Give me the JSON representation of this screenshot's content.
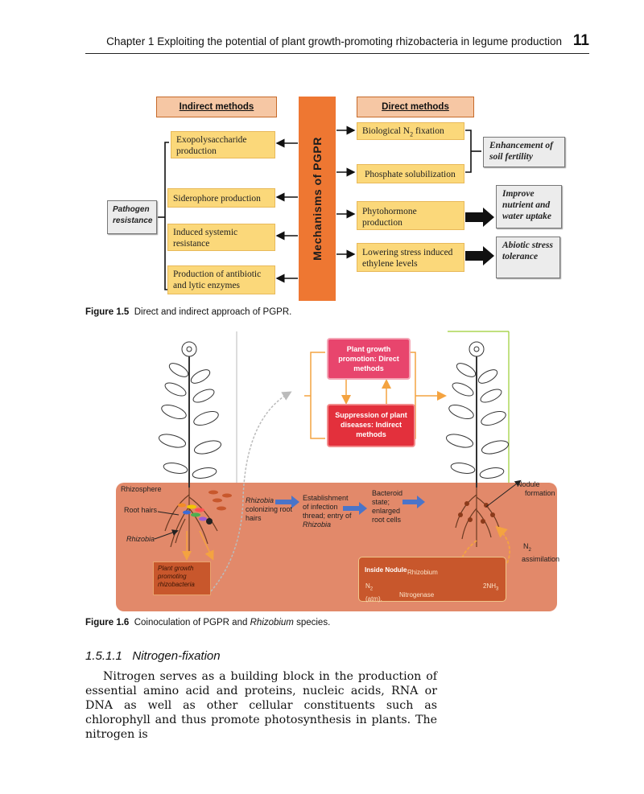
{
  "header": {
    "running_title": "Chapter 1   Exploiting the potential of plant growth-promoting rhizobacteria in legume production",
    "page_number": "11"
  },
  "figure_1_5": {
    "indirect_heading": "Indirect methods",
    "direct_heading": "Direct methods",
    "center_label": "Mechanisms of PGPR",
    "indirect_items": [
      "Exopolysaccharide production",
      "Siderophore production",
      "Induced systemic resistance",
      "Production of antibiotic and lytic enzymes"
    ],
    "pathogen_label": "Pathogen resistance",
    "direct_items": {
      "bnf_pre": "Biological N",
      "bnf_sub": "2",
      "bnf_post": " fixation",
      "phosphate": "Phosphate solubilization",
      "phytohormone": "Phytohormone production",
      "ethylene": "Lowering stress induced ethylene levels"
    },
    "outcomes": [
      "Enhancement of soil fertility",
      "Improve nutrient and water uptake",
      "Abiotic stress tolerance"
    ],
    "caption_label": "Figure 1.5",
    "caption_text": "Direct and indirect approach of PGPR."
  },
  "figure_1_6": {
    "direct_box": "Plant growth promotion: Direct methods",
    "indirect_box": "Suppression of plant diseases: Indirect methods",
    "labels": {
      "rhizosphere": "Rhizosphere",
      "root_hairs": "Root hairs",
      "rhizobia": "Rhizobia",
      "rhizobia_colonizing_1": "Rhizobia",
      "rhizobia_colonizing_2": "colonizing root",
      "rhizobia_colonizing_3": "hairs",
      "establishment_1": "Establishment",
      "establishment_2": "of infection",
      "establishment_3": "thread; entry of",
      "establishment_4": "Rhizobia",
      "bacteroid_1": "Bacteroid",
      "bacteroid_2": "state;",
      "bacteroid_3": "enlarged",
      "bacteroid_4": "root cells",
      "nodule_formation_1": "Nodule",
      "nodule_formation_2": "formation",
      "n2_assim_pre": "N",
      "n2_assim_sub": "2",
      "n2_assim_post": "assimilation",
      "pgpr_1": "Plant growth",
      "pgpr_2": "promoting",
      "pgpr_3": "rhizobacteria",
      "inside_nodule": "Inside Nodule",
      "rhizobium": "Rhizobium",
      "n2_atm_pre": "N",
      "n2_atm_sub": "2",
      "atm": "(atm).",
      "nitrogenase": "Nitrogenase",
      "nh3_pre": "2NH",
      "nh3_sub": "3"
    },
    "caption_label": "Figure 1.6",
    "caption_pre": "Coinoculation of PGPR and ",
    "caption_italic": "Rhizobium",
    "caption_post": " species."
  },
  "section": {
    "heading": "1.5.1.1   Nitrogen-fixation",
    "paragraph": "Nitrogen serves as a building block in the production of essential amino acid and proteins, nucleic acids, RNA or DNA as well as other cellular constituents such as chlorophyll and thus promote photosynthesis in plants. The nitrogen is"
  },
  "colors": {
    "mechanism_bar": "#ee7732",
    "method_box": "#fbd87a",
    "heading_box": "#f6c7a4",
    "soil": "#e2896a",
    "direct_box": "#e8456d",
    "indirect_box": "#e3303c"
  }
}
